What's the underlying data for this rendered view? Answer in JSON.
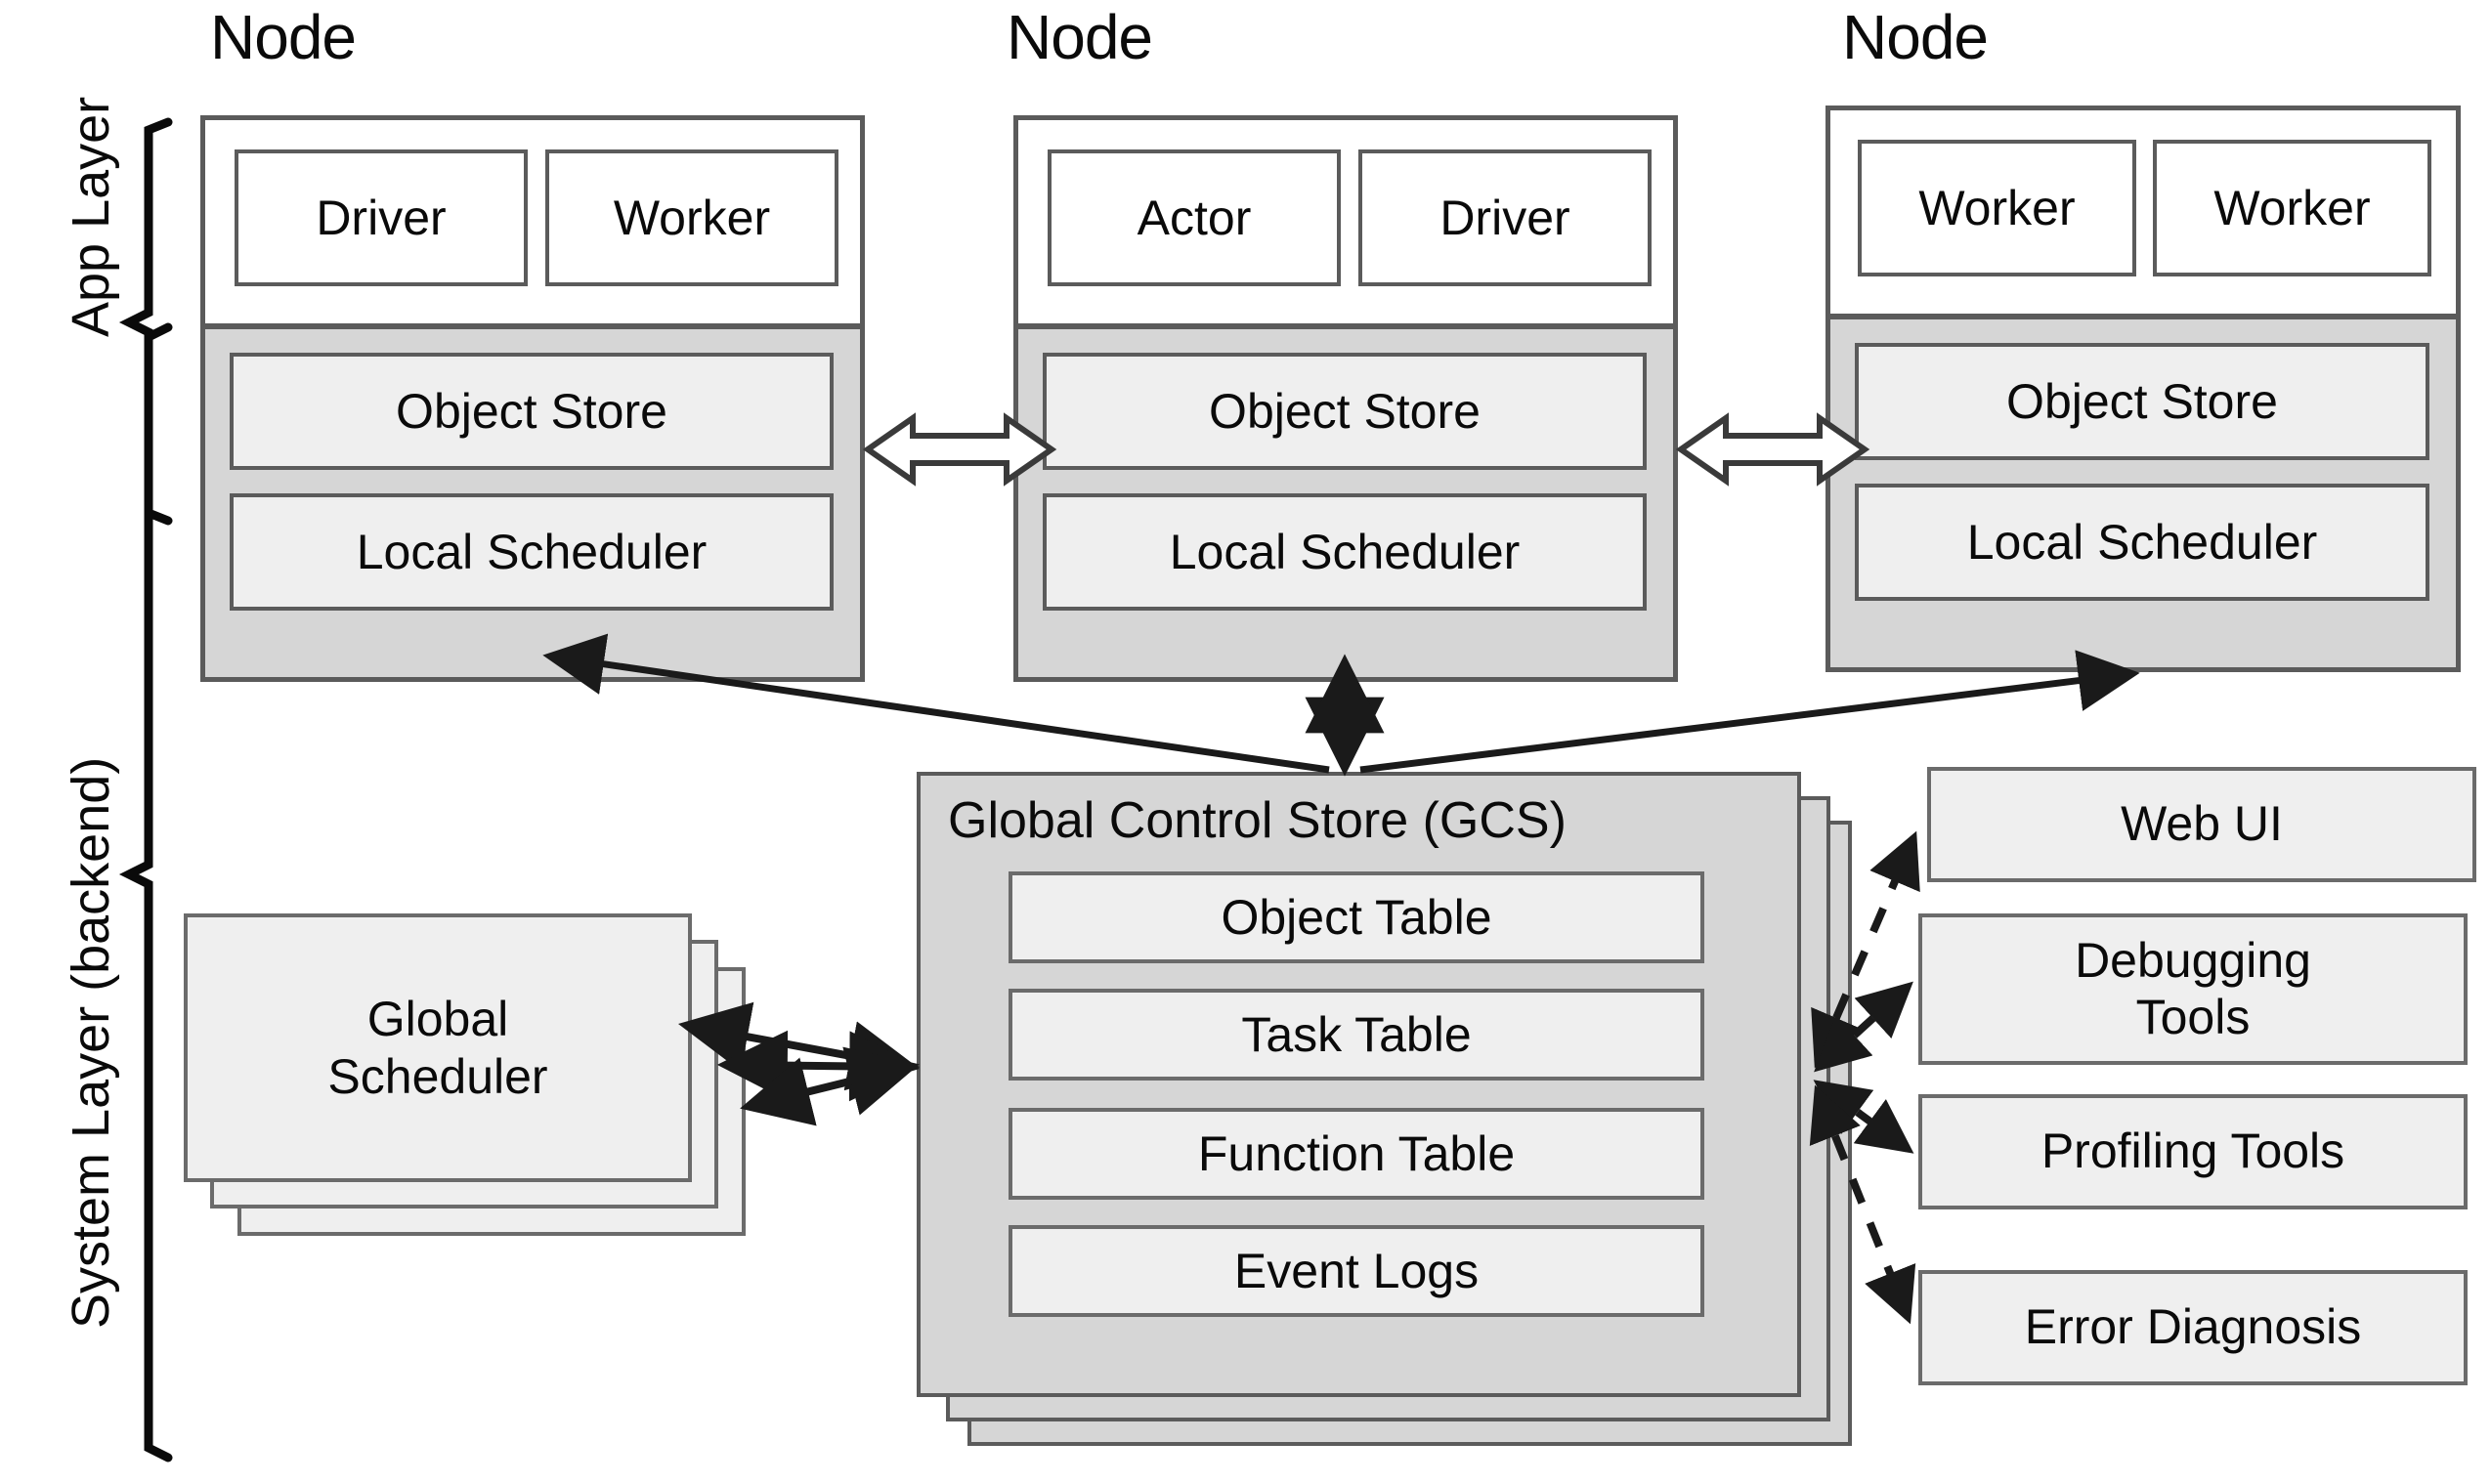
{
  "layers": [
    {
      "id": "app",
      "label": "App Layer"
    },
    {
      "id": "system",
      "label": "System Layer (backend)"
    }
  ],
  "nodes": [
    {
      "title": "Node",
      "app_units": [
        "Driver",
        "Worker"
      ],
      "system_units": [
        "Object Store",
        "Local Scheduler"
      ]
    },
    {
      "title": "Node",
      "app_units": [
        "Actor",
        "Driver"
      ],
      "system_units": [
        "Object Store",
        "Local Scheduler"
      ]
    },
    {
      "title": "Node",
      "app_units": [
        "Worker",
        "Worker"
      ],
      "system_units": [
        "Object Store",
        "Local Scheduler"
      ]
    }
  ],
  "gcs": {
    "title": "Global Control Store (GCS)",
    "tables": [
      "Object Table",
      "Task Table",
      "Function Table",
      "Event Logs"
    ],
    "replica_count": 3
  },
  "global_scheduler": {
    "label": "Global\nScheduler",
    "line1": "Global",
    "line2": "Scheduler",
    "replica_count": 3
  },
  "tools": [
    {
      "label": "Web UI",
      "lines": [
        "Web UI"
      ]
    },
    {
      "label": "Debugging Tools",
      "lines": [
        "Debugging",
        "Tools"
      ]
    },
    {
      "label": "Profiling Tools",
      "lines": [
        "Profiling Tools"
      ]
    },
    {
      "label": "Error Diagnosis",
      "lines": [
        "Error Diagnosis"
      ]
    }
  ],
  "colors": {
    "node_border": "#5b5b5b",
    "node_app_bg": "#ffffff",
    "node_sys_bg": "#d6d6d6",
    "unit_bg": "#efefef",
    "gcs_bg": "#d6d6d6",
    "text": "#0a0a0a",
    "arrow": "#1a1a1a"
  },
  "connections": [
    {
      "from": "object-store-1",
      "to": "object-store-2",
      "style": "hollow-double"
    },
    {
      "from": "object-store-2",
      "to": "object-store-3",
      "style": "hollow-double"
    },
    {
      "from": "local-scheduler-1",
      "to": "gcs",
      "style": "solid-arrow"
    },
    {
      "from": "local-scheduler-2",
      "to": "gcs",
      "style": "solid-double"
    },
    {
      "from": "local-scheduler-3",
      "to": "gcs",
      "style": "solid-arrow"
    },
    {
      "from": "global-scheduler",
      "to": "gcs",
      "style": "solid-double-fan"
    },
    {
      "from": "gcs",
      "to": "web-ui",
      "style": "dashed-double"
    },
    {
      "from": "gcs",
      "to": "debugging-tools",
      "style": "dashed-double"
    },
    {
      "from": "gcs",
      "to": "profiling-tools",
      "style": "dashed-double"
    },
    {
      "from": "gcs",
      "to": "error-diagnosis",
      "style": "dashed-double"
    }
  ]
}
